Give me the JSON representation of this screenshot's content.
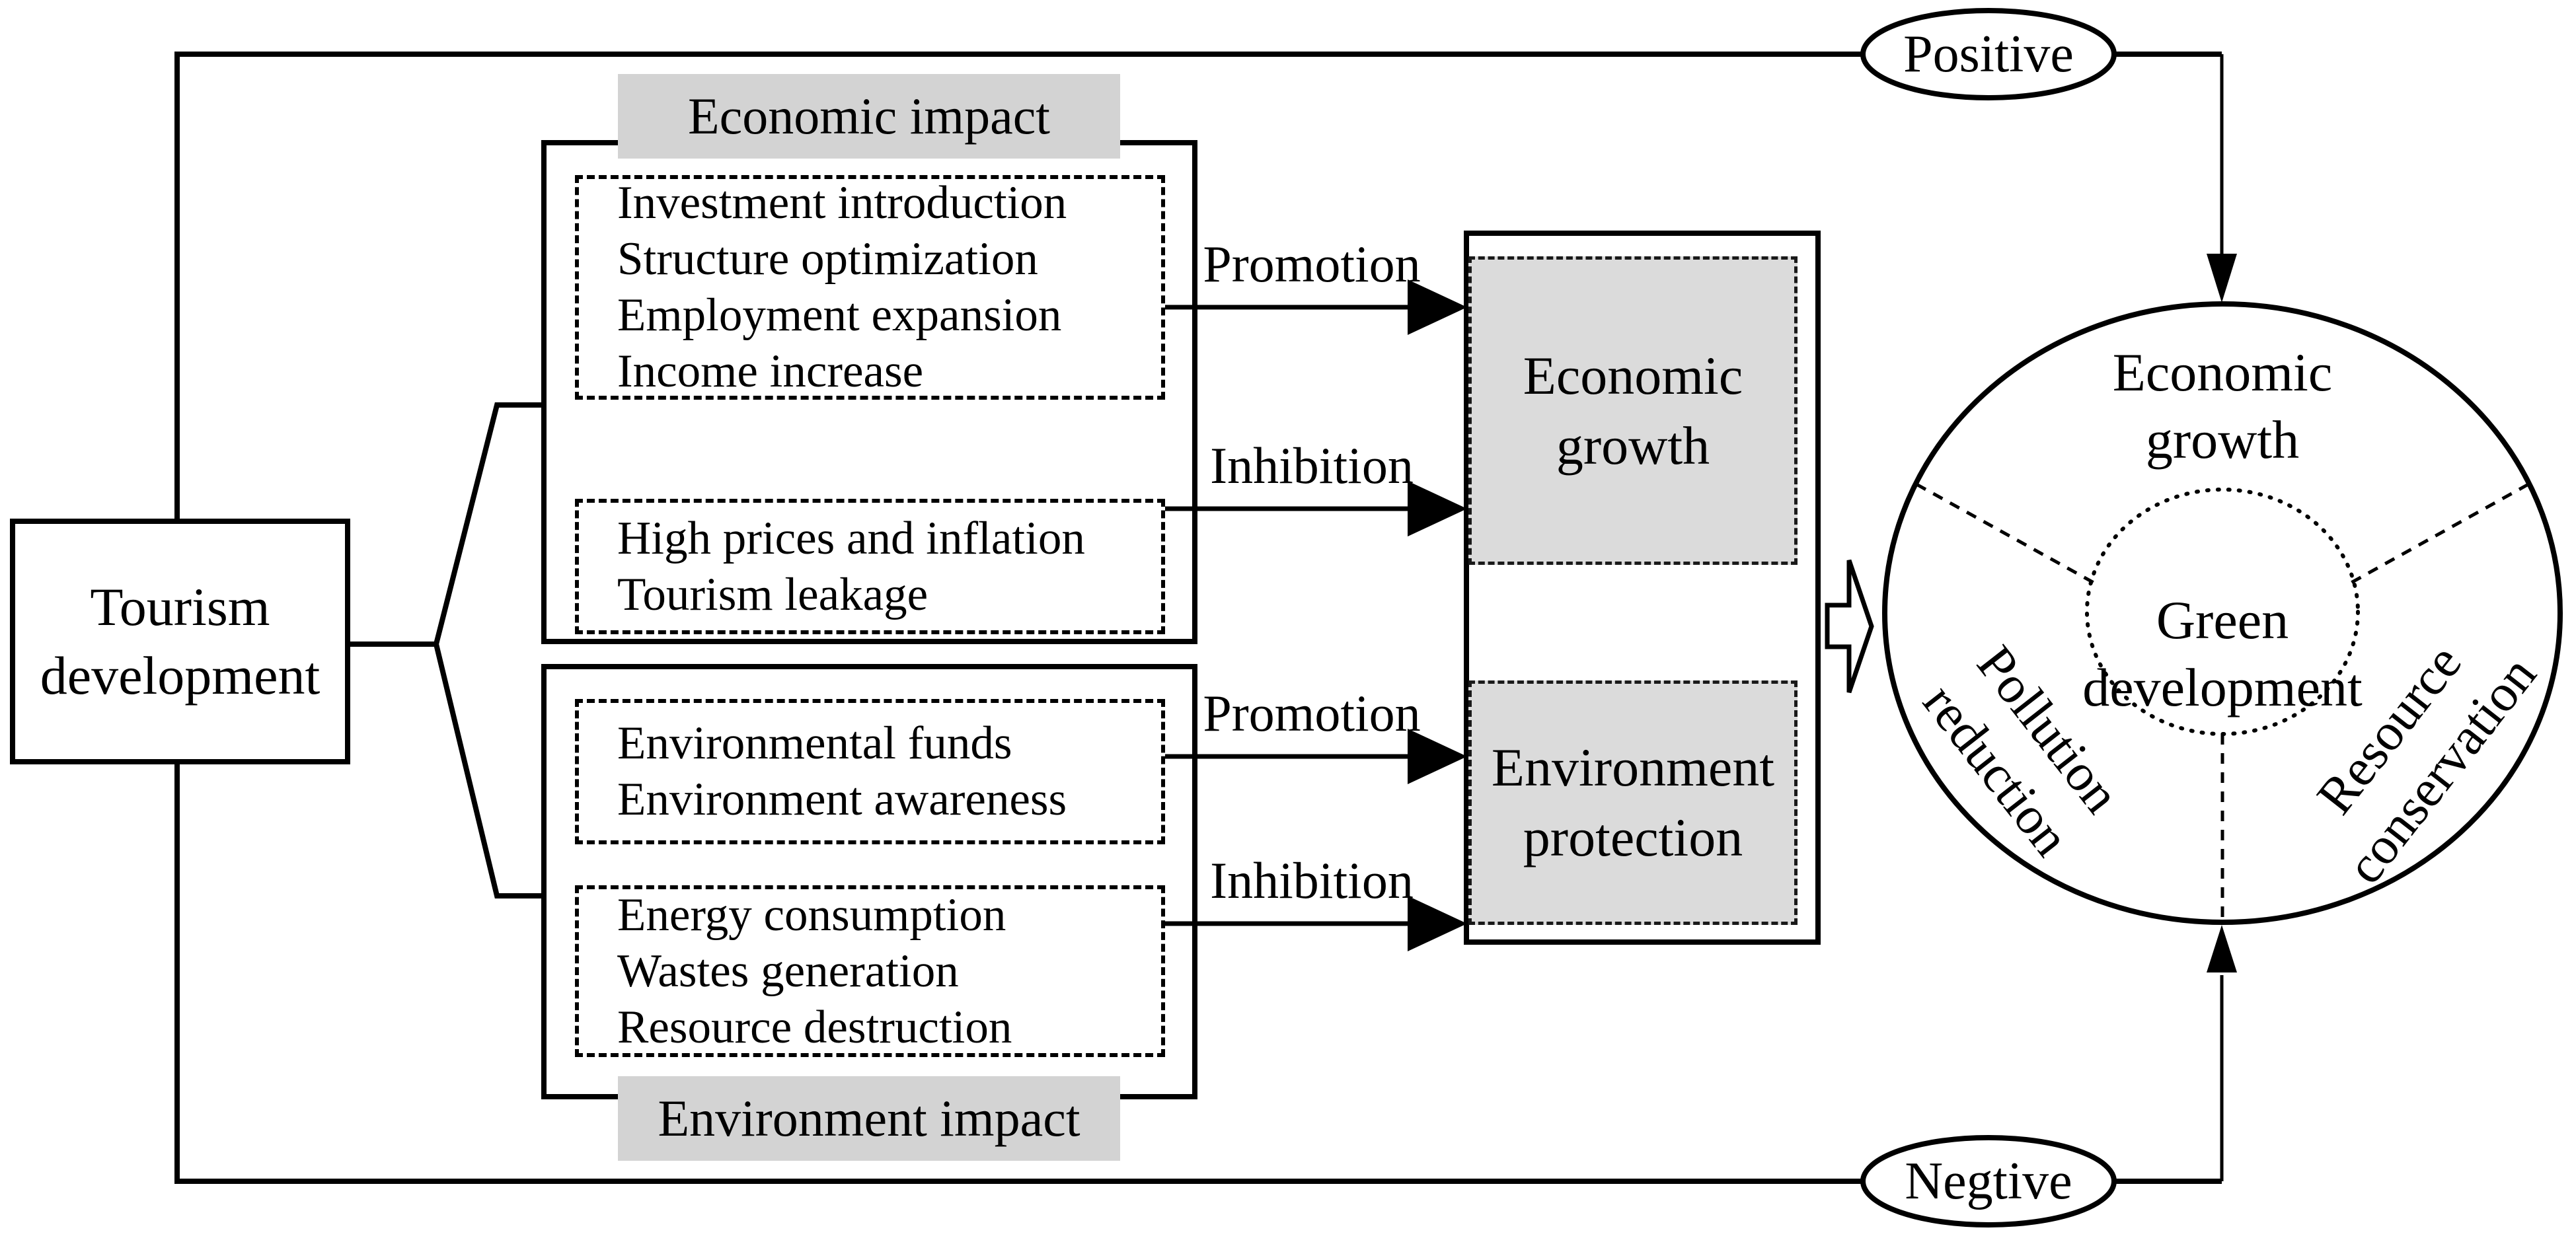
{
  "colors": {
    "ink": "#000000",
    "label_bg": "#d3d3d3",
    "outcome_bg": "#dbdbdb",
    "background": "#ffffff"
  },
  "tourism": {
    "line1": "Tourism",
    "line2": "development"
  },
  "economic_impact": {
    "label": "Economic impact",
    "positive_factors": [
      "Investment introduction",
      "Structure optimization",
      "Employment expansion",
      "Income increase"
    ],
    "negative_factors": [
      "High prices and inflation",
      "Tourism leakage"
    ]
  },
  "environment_impact": {
    "label": "Environment impact",
    "positive_factors": [
      "Environmental funds",
      "Environment awareness"
    ],
    "negative_factors": [
      "Energy consumption",
      "Wastes generation",
      "Resource destruction"
    ]
  },
  "arrows": {
    "economic_promotion": "Promotion",
    "economic_inhibition": "Inhibition",
    "environment_promotion": "Promotion",
    "environment_inhibition": "Inhibition"
  },
  "outcomes": {
    "economic_growth": {
      "line1": "Economic",
      "line2": "growth"
    },
    "environment_protection": {
      "line1": "Environment",
      "line2": "protection"
    }
  },
  "green_circle": {
    "top_sector": {
      "line1": "Economic",
      "line2": "growth"
    },
    "center": {
      "line1": "Green",
      "line2": "development"
    },
    "left_sector": {
      "line1": "Pollution",
      "line2": "reduction"
    },
    "right_sector": {
      "line1": "Resource",
      "line2": "conservation"
    }
  },
  "feedback": {
    "positive": "Positive",
    "negative": "Negtive"
  }
}
